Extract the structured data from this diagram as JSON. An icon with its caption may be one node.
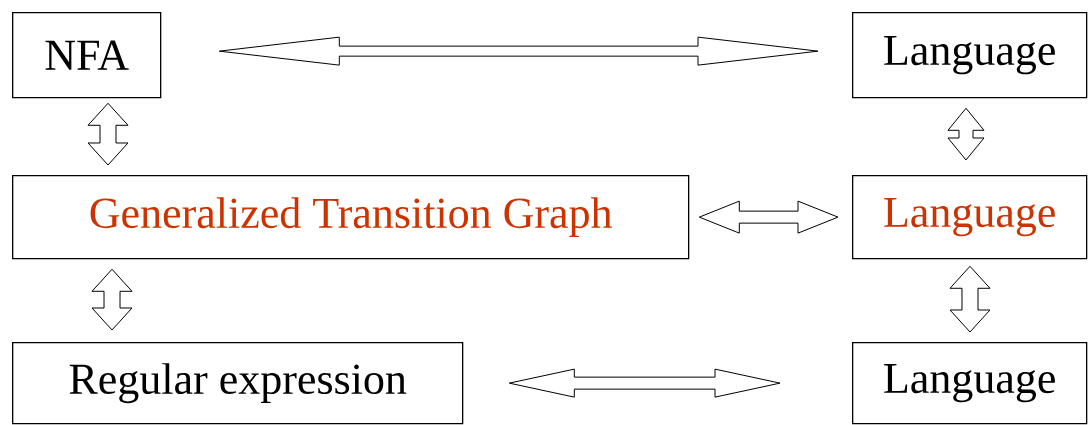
{
  "diagram": {
    "nodes": [
      {
        "text": [
          "NFA"
        ]
      },
      {
        "text": [
          "Language"
        ]
      },
      {
        "text": [
          "Generalized Transition Graph"
        ]
      },
      {
        "text": [
          "Language"
        ]
      },
      {
        "text": [
          "Regular expression"
        ]
      },
      {
        "text": [
          "Language"
        ]
      }
    ],
    "edges": [
      {
        "from": 0,
        "to": 1,
        "arrow": "both"
      },
      {
        "from": 0,
        "to": 2,
        "arrow": "both"
      },
      {
        "from": 1,
        "to": 3,
        "arrow": "both"
      },
      {
        "from": 2,
        "to": 3,
        "arrow": "both"
      },
      {
        "from": 2,
        "to": 4,
        "arrow": "both"
      },
      {
        "from": 3,
        "to": 5,
        "arrow": "both"
      },
      {
        "from": 4,
        "to": 5,
        "arrow": "both"
      }
    ]
  }
}
